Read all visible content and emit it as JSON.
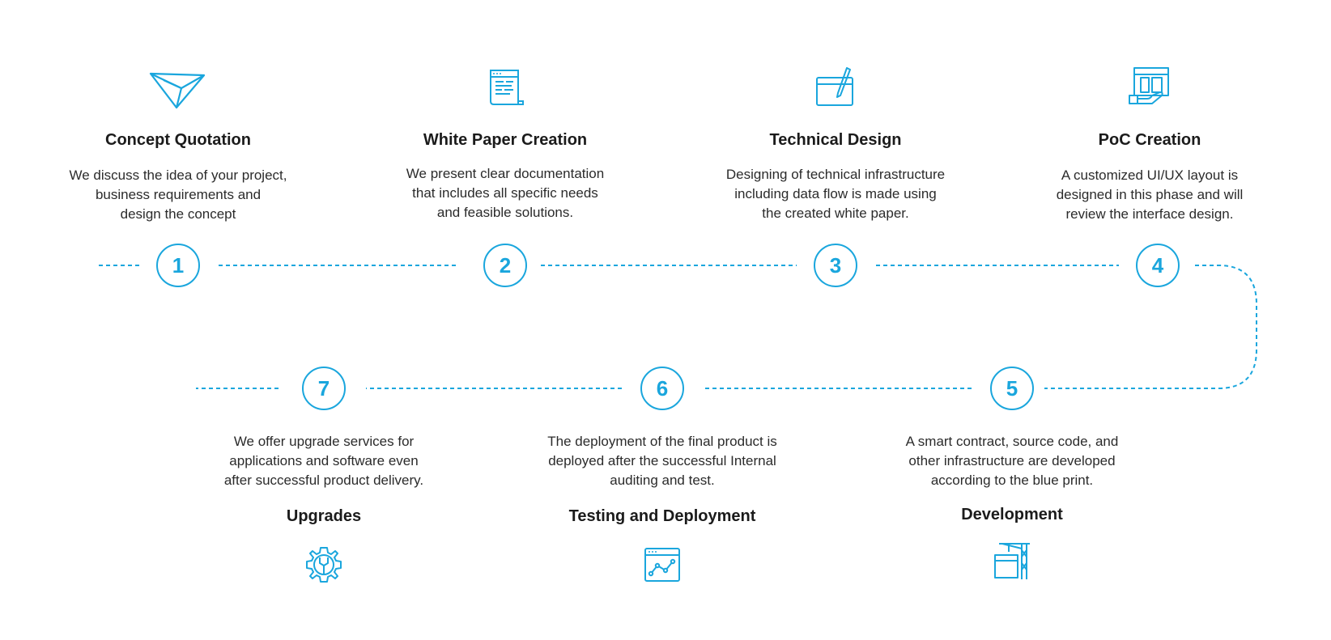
{
  "accent_color": "#1aa6dd",
  "steps": [
    {
      "number": "1",
      "title": "Concept Quotation",
      "icon": "paper-plane-icon",
      "desc_lines": [
        "We discuss the idea of your project,",
        "business requirements and",
        "design the concept"
      ]
    },
    {
      "number": "2",
      "title": "White Paper Creation",
      "icon": "document-icon",
      "desc_lines": [
        "We present clear documentation",
        "that includes all specific needs",
        "and feasible solutions."
      ]
    },
    {
      "number": "3",
      "title": "Technical Design",
      "icon": "design-pen-icon",
      "desc_lines": [
        "Designing of technical infrastructure",
        "including data flow is made using",
        "the created white paper."
      ]
    },
    {
      "number": "4",
      "title": "PoC Creation",
      "icon": "layout-hand-icon",
      "desc_lines": [
        "A customized UI/UX layout is",
        "designed in this phase and will",
        "review the interface design."
      ]
    },
    {
      "number": "5",
      "title": "Development",
      "icon": "crane-build-icon",
      "desc_lines": [
        "A smart contract, source code, and",
        "other infrastructure are developed",
        "according to the blue print."
      ]
    },
    {
      "number": "6",
      "title": "Testing and Deployment",
      "icon": "chart-window-icon",
      "desc_lines": [
        "The deployment of the final product is",
        "deployed after the successful Internal",
        "auditing and test."
      ]
    },
    {
      "number": "7",
      "title": "Upgrades",
      "icon": "gear-wrench-icon",
      "desc_lines": [
        "We offer upgrade services for",
        "applications and software even",
        "after successful product delivery."
      ]
    }
  ]
}
